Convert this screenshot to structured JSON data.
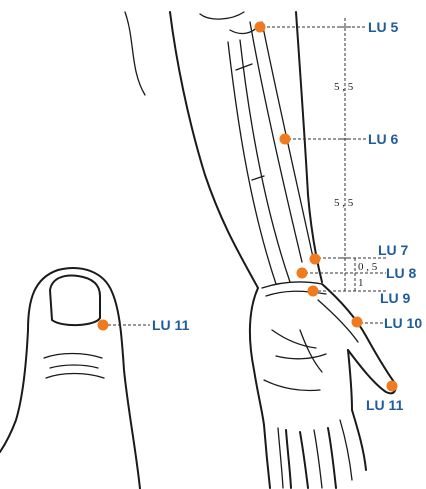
{
  "colors": {
    "point": "#f07a1e",
    "label": "#1f5c99",
    "ink": "#1a1a1a"
  },
  "points": [
    {
      "id": "lu5",
      "label": "LU 5"
    },
    {
      "id": "lu6",
      "label": "LU 6"
    },
    {
      "id": "lu7",
      "label": "LU 7"
    },
    {
      "id": "lu8",
      "label": "LU 8"
    },
    {
      "id": "lu9",
      "label": "LU 9"
    },
    {
      "id": "lu10",
      "label": "LU 10"
    },
    {
      "id": "lu11-hand",
      "label": "LU 11"
    },
    {
      "id": "lu11-thumb",
      "label": "LU 11"
    }
  ],
  "measurements": {
    "upper": "5 , 5",
    "lower": "5 , 5",
    "wrist_a": "0 , 5",
    "wrist_b": "1"
  }
}
